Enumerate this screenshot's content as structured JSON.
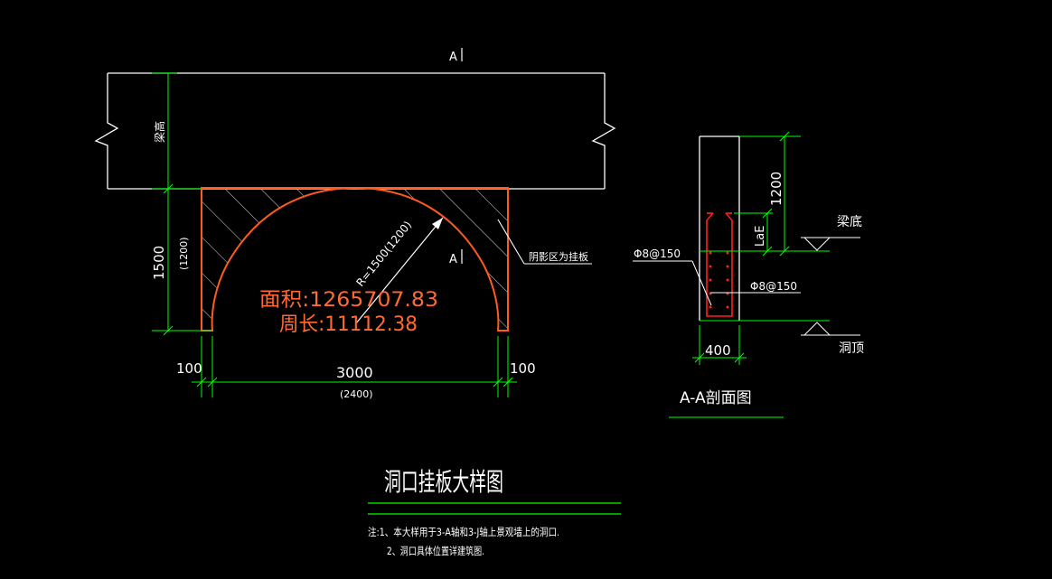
{
  "colors": {
    "background": "#000000",
    "line": "#ffffff",
    "dimension": "#00ff00",
    "outline": "#ff5a1f",
    "rebar": "#ff2020",
    "hatch": "#d8d8d8",
    "annotation": "#ff6a33"
  },
  "labels": {
    "section_mark_top": "A",
    "section_mark_mid": "A",
    "beam_height": "梁高",
    "shaded_note": "阴影区为挂板",
    "radius": "R=1500(1200)",
    "area": "面积:1265707.83",
    "perimeter": "周长:11112.38",
    "dim_height": "1500",
    "dim_height_alt": "(1200)",
    "dim_left": "100",
    "dim_width": "3000",
    "dim_width_alt": "(2400)",
    "dim_right": "100"
  },
  "section": {
    "dim_1200": "1200",
    "dim_lae": "LaE",
    "beam_bottom": "梁底",
    "opening_top": "洞顶",
    "rebar_1": "Φ8@150",
    "rebar_2": "Φ8@150",
    "dim_400": "400",
    "title": "A-A剖面图"
  },
  "title": "洞口挂板大样图",
  "notes": {
    "line1": "注:1、本大样用于3-A轴和3-J轴上景观墙上的洞口.",
    "line2": "2、洞口具体位置详建筑图."
  }
}
